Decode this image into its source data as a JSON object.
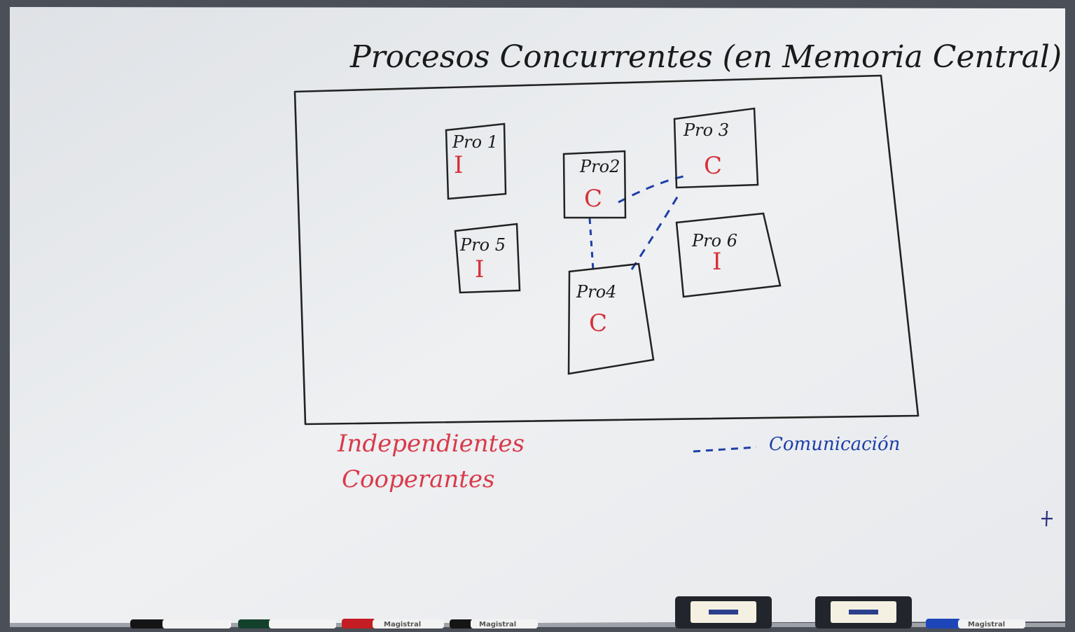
{
  "title": "Procesos Concurrentes (en Memoria Central)",
  "processes": [
    {
      "label": "Pro 1",
      "type": "I"
    },
    {
      "label": "Pro2",
      "type": "C"
    },
    {
      "label": "Pro 3",
      "type": "C"
    },
    {
      "label": "Pro 5",
      "type": "I"
    },
    {
      "label": "Pro4",
      "type": "C"
    },
    {
      "label": "Pro 6",
      "type": "I"
    }
  ],
  "legend": {
    "independientes": "Independientes",
    "cooperantes": "Cooperantes",
    "comunicacion": "Comunicación"
  },
  "markers": {
    "brand": "Magistral"
  },
  "colors": {
    "board": "#e8ebee",
    "ink_black": "#1c1c1c",
    "ink_red": "#d8303a",
    "ink_blue": "#1e3fa8",
    "frame": "#4b4f57"
  }
}
